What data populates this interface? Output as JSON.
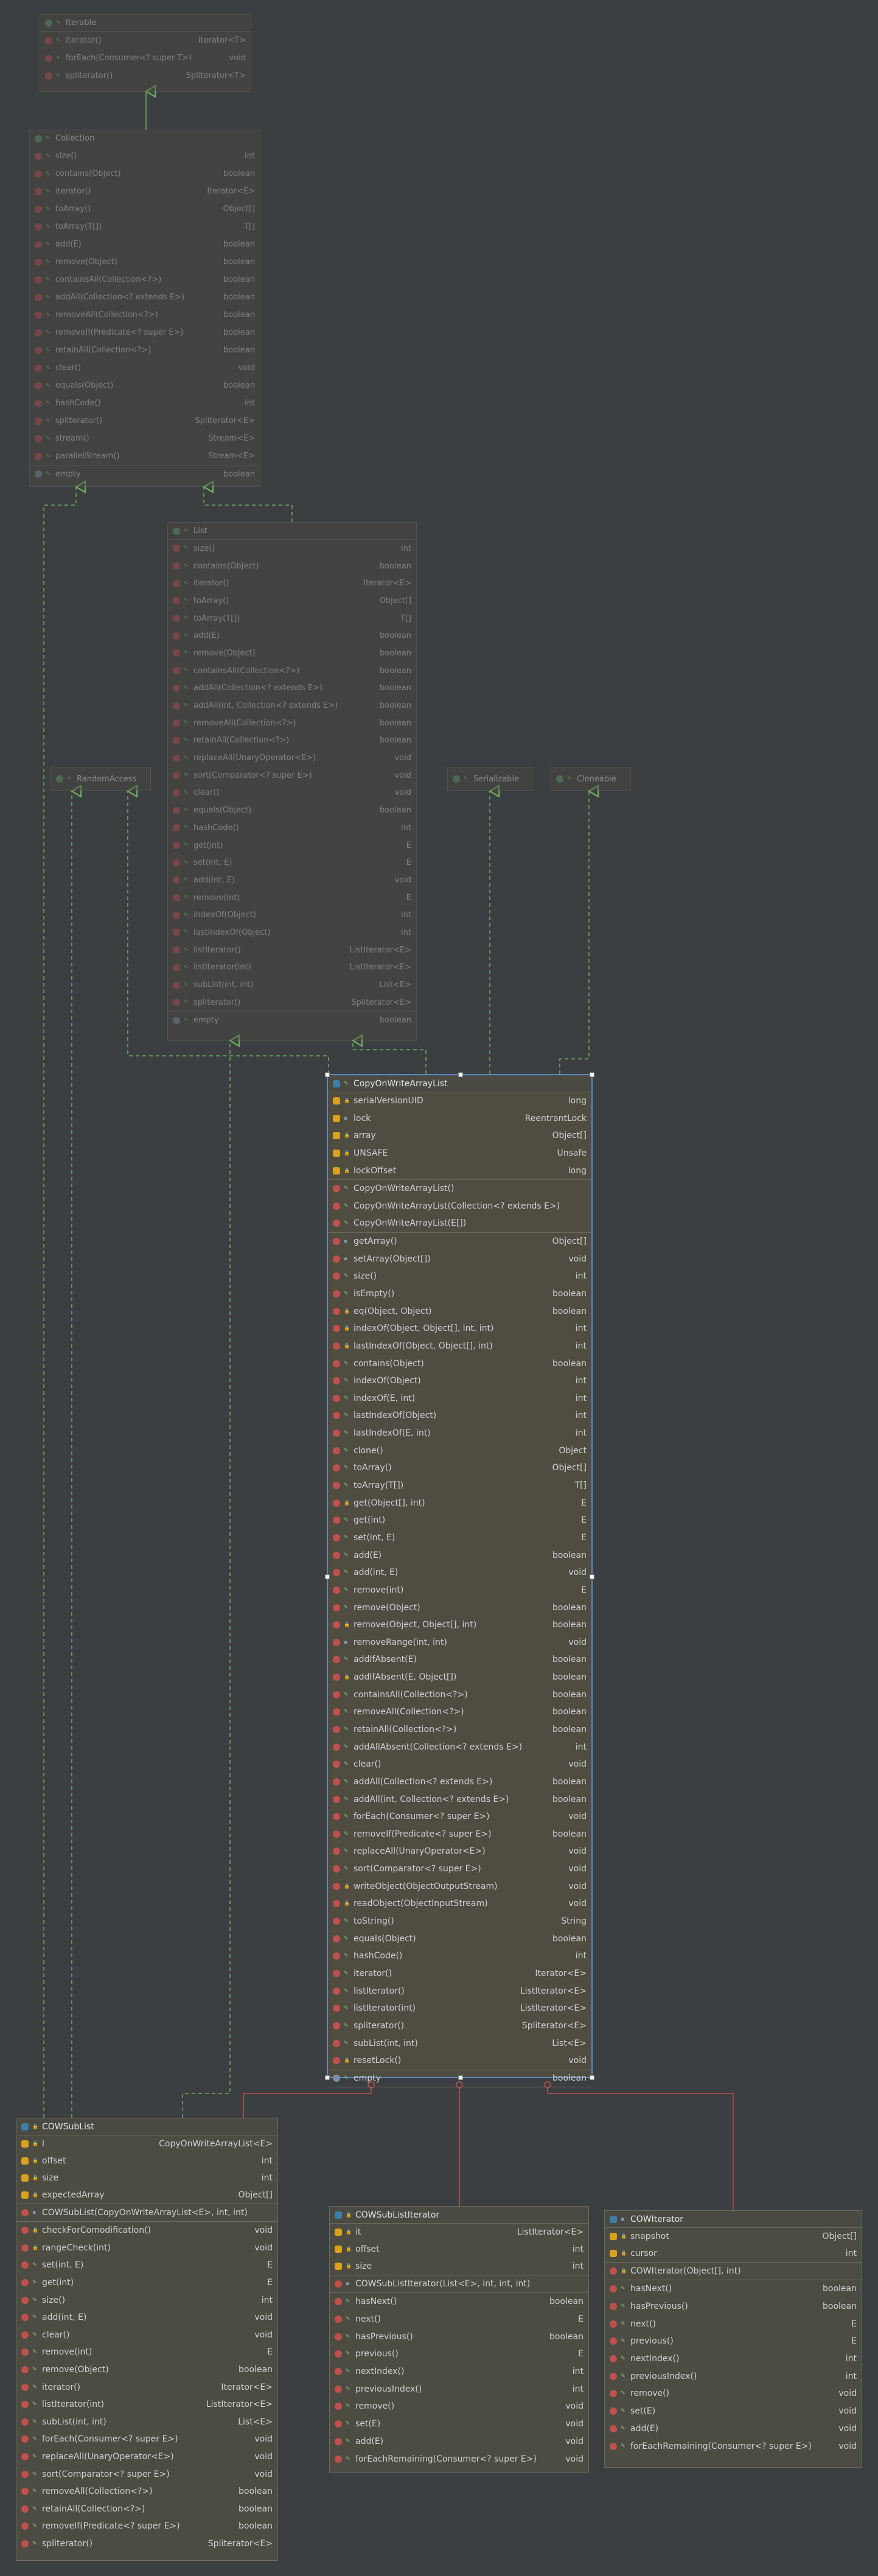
{
  "iterable": {
    "name": "Iterable",
    "members": [
      {
        "n": "iterator()",
        "t": "Iterator<T>"
      },
      {
        "n": "forEach(Consumer<? super T>)",
        "t": "void"
      },
      {
        "n": "spliterator()",
        "t": "Spliterator<T>"
      }
    ]
  },
  "collection": {
    "name": "Collection",
    "members": [
      {
        "n": "size()",
        "t": "int"
      },
      {
        "n": "contains(Object)",
        "t": "boolean"
      },
      {
        "n": "iterator()",
        "t": "Iterator<E>"
      },
      {
        "n": "toArray()",
        "t": "Object[]"
      },
      {
        "n": "toArray(T[])",
        "t": "T[]"
      },
      {
        "n": "add(E)",
        "t": "boolean"
      },
      {
        "n": "remove(Object)",
        "t": "boolean"
      },
      {
        "n": "containsAll(Collection<?>)",
        "t": "boolean"
      },
      {
        "n": "addAll(Collection<? extends E>)",
        "t": "boolean"
      },
      {
        "n": "removeAll(Collection<?>)",
        "t": "boolean"
      },
      {
        "n": "removeIf(Predicate<? super E>)",
        "t": "boolean"
      },
      {
        "n": "retainAll(Collection<?>)",
        "t": "boolean"
      },
      {
        "n": "clear()",
        "t": "void"
      },
      {
        "n": "equals(Object)",
        "t": "boolean"
      },
      {
        "n": "hashCode()",
        "t": "int"
      },
      {
        "n": "spliterator()",
        "t": "Spliterator<E>"
      },
      {
        "n": "stream()",
        "t": "Stream<E>"
      },
      {
        "n": "parallelStream()",
        "t": "Stream<E>"
      }
    ],
    "props": [
      {
        "n": "empty",
        "t": "boolean"
      }
    ]
  },
  "list": {
    "name": "List",
    "members": [
      {
        "n": "size()",
        "t": "int"
      },
      {
        "n": "contains(Object)",
        "t": "boolean"
      },
      {
        "n": "iterator()",
        "t": "Iterator<E>"
      },
      {
        "n": "toArray()",
        "t": "Object[]"
      },
      {
        "n": "toArray(T[])",
        "t": "T[]"
      },
      {
        "n": "add(E)",
        "t": "boolean"
      },
      {
        "n": "remove(Object)",
        "t": "boolean"
      },
      {
        "n": "containsAll(Collection<?>)",
        "t": "boolean"
      },
      {
        "n": "addAll(Collection<? extends E>)",
        "t": "boolean"
      },
      {
        "n": "addAll(int, Collection<? extends E>)",
        "t": "boolean"
      },
      {
        "n": "removeAll(Collection<?>)",
        "t": "boolean"
      },
      {
        "n": "retainAll(Collection<?>)",
        "t": "boolean"
      },
      {
        "n": "replaceAll(UnaryOperator<E>)",
        "t": "void"
      },
      {
        "n": "sort(Comparator<? super E>)",
        "t": "void"
      },
      {
        "n": "clear()",
        "t": "void"
      },
      {
        "n": "equals(Object)",
        "t": "boolean"
      },
      {
        "n": "hashCode()",
        "t": "int"
      },
      {
        "n": "get(int)",
        "t": "E"
      },
      {
        "n": "set(int, E)",
        "t": "E"
      },
      {
        "n": "add(int, E)",
        "t": "void"
      },
      {
        "n": "remove(int)",
        "t": "E"
      },
      {
        "n": "indexOf(Object)",
        "t": "int"
      },
      {
        "n": "lastIndexOf(Object)",
        "t": "int"
      },
      {
        "n": "listIterator()",
        "t": "ListIterator<E>"
      },
      {
        "n": "listIterator(int)",
        "t": "ListIterator<E>"
      },
      {
        "n": "subList(int, int)",
        "t": "List<E>"
      },
      {
        "n": "spliterator()",
        "t": "Spliterator<E>"
      }
    ],
    "props": [
      {
        "n": "empty",
        "t": "boolean"
      }
    ]
  },
  "randomAccess": {
    "name": "RandomAccess"
  },
  "serializable": {
    "name": "Serializable"
  },
  "cloneable": {
    "name": "Cloneable"
  },
  "cow": {
    "name": "CopyOnWriteArrayList",
    "fields": [
      {
        "n": "serialVersionUID",
        "t": "long",
        "v": "priv"
      },
      {
        "n": "lock",
        "t": "ReentrantLock",
        "v": "pkg"
      },
      {
        "n": "array",
        "t": "Object[]",
        "v": "priv"
      },
      {
        "n": "UNSAFE",
        "t": "Unsafe",
        "v": "priv"
      },
      {
        "n": "lockOffset",
        "t": "long",
        "v": "priv"
      }
    ],
    "ctors": [
      {
        "n": "CopyOnWriteArrayList()",
        "t": ""
      },
      {
        "n": "CopyOnWriteArrayList(Collection<? extends E>)",
        "t": ""
      },
      {
        "n": "CopyOnWriteArrayList(E[])",
        "t": ""
      }
    ],
    "methods": [
      {
        "n": "getArray()",
        "t": "Object[]",
        "v": "pkg"
      },
      {
        "n": "setArray(Object[])",
        "t": "void",
        "v": "pkg"
      },
      {
        "n": "size()",
        "t": "int",
        "v": "pub"
      },
      {
        "n": "isEmpty()",
        "t": "boolean",
        "v": "pub"
      },
      {
        "n": "eq(Object, Object)",
        "t": "boolean",
        "v": "priv"
      },
      {
        "n": "indexOf(Object, Object[], int, int)",
        "t": "int",
        "v": "priv"
      },
      {
        "n": "lastIndexOf(Object, Object[], int)",
        "t": "int",
        "v": "priv"
      },
      {
        "n": "contains(Object)",
        "t": "boolean",
        "v": "pub"
      },
      {
        "n": "indexOf(Object)",
        "t": "int",
        "v": "pub"
      },
      {
        "n": "indexOf(E, int)",
        "t": "int",
        "v": "pub"
      },
      {
        "n": "lastIndexOf(Object)",
        "t": "int",
        "v": "pub"
      },
      {
        "n": "lastIndexOf(E, int)",
        "t": "int",
        "v": "pub"
      },
      {
        "n": "clone()",
        "t": "Object",
        "v": "pub"
      },
      {
        "n": "toArray()",
        "t": "Object[]",
        "v": "pub"
      },
      {
        "n": "toArray(T[])",
        "t": "T[]",
        "v": "pub"
      },
      {
        "n": "get(Object[], int)",
        "t": "E",
        "v": "priv"
      },
      {
        "n": "get(int)",
        "t": "E",
        "v": "pub"
      },
      {
        "n": "set(int, E)",
        "t": "E",
        "v": "pub"
      },
      {
        "n": "add(E)",
        "t": "boolean",
        "v": "pub"
      },
      {
        "n": "add(int, E)",
        "t": "void",
        "v": "pub"
      },
      {
        "n": "remove(int)",
        "t": "E",
        "v": "pub"
      },
      {
        "n": "remove(Object)",
        "t": "boolean",
        "v": "pub"
      },
      {
        "n": "remove(Object, Object[], int)",
        "t": "boolean",
        "v": "priv"
      },
      {
        "n": "removeRange(int, int)",
        "t": "void",
        "v": "pkg"
      },
      {
        "n": "addIfAbsent(E)",
        "t": "boolean",
        "v": "pub"
      },
      {
        "n": "addIfAbsent(E, Object[])",
        "t": "boolean",
        "v": "priv"
      },
      {
        "n": "containsAll(Collection<?>)",
        "t": "boolean",
        "v": "pub"
      },
      {
        "n": "removeAll(Collection<?>)",
        "t": "boolean",
        "v": "pub"
      },
      {
        "n": "retainAll(Collection<?>)",
        "t": "boolean",
        "v": "pub"
      },
      {
        "n": "addAllAbsent(Collection<? extends E>)",
        "t": "int",
        "v": "pub"
      },
      {
        "n": "clear()",
        "t": "void",
        "v": "pub"
      },
      {
        "n": "addAll(Collection<? extends E>)",
        "t": "boolean",
        "v": "pub"
      },
      {
        "n": "addAll(int, Collection<? extends E>)",
        "t": "boolean",
        "v": "pub"
      },
      {
        "n": "forEach(Consumer<? super E>)",
        "t": "void",
        "v": "pub"
      },
      {
        "n": "removeIf(Predicate<? super E>)",
        "t": "boolean",
        "v": "pub"
      },
      {
        "n": "replaceAll(UnaryOperator<E>)",
        "t": "void",
        "v": "pub"
      },
      {
        "n": "sort(Comparator<? super E>)",
        "t": "void",
        "v": "pub"
      },
      {
        "n": "writeObject(ObjectOutputStream)",
        "t": "void",
        "v": "priv"
      },
      {
        "n": "readObject(ObjectInputStream)",
        "t": "void",
        "v": "priv"
      },
      {
        "n": "toString()",
        "t": "String",
        "v": "pub"
      },
      {
        "n": "equals(Object)",
        "t": "boolean",
        "v": "pub"
      },
      {
        "n": "hashCode()",
        "t": "int",
        "v": "pub"
      },
      {
        "n": "iterator()",
        "t": "Iterator<E>",
        "v": "pub"
      },
      {
        "n": "listIterator()",
        "t": "ListIterator<E>",
        "v": "pub"
      },
      {
        "n": "listIterator(int)",
        "t": "ListIterator<E>",
        "v": "pub"
      },
      {
        "n": "spliterator()",
        "t": "Spliterator<E>",
        "v": "pub"
      },
      {
        "n": "subList(int, int)",
        "t": "List<E>",
        "v": "pub"
      },
      {
        "n": "resetLock()",
        "t": "void",
        "v": "priv"
      }
    ],
    "props": [
      {
        "n": "empty",
        "t": "boolean"
      }
    ]
  },
  "cowSubList": {
    "name": "COWSubList",
    "fields": [
      {
        "n": "l",
        "t": "CopyOnWriteArrayList<E>",
        "v": "priv"
      },
      {
        "n": "offset",
        "t": "int",
        "v": "priv"
      },
      {
        "n": "size",
        "t": "int",
        "v": "priv"
      },
      {
        "n": "expectedArray",
        "t": "Object[]",
        "v": "priv"
      }
    ],
    "ctors": [
      {
        "n": "COWSubList(CopyOnWriteArrayList<E>, int, int)",
        "t": ""
      }
    ],
    "methods": [
      {
        "n": "checkForComodification()",
        "t": "void",
        "v": "priv"
      },
      {
        "n": "rangeCheck(int)",
        "t": "void",
        "v": "priv"
      },
      {
        "n": "set(int, E)",
        "t": "E",
        "v": "pub"
      },
      {
        "n": "get(int)",
        "t": "E",
        "v": "pub"
      },
      {
        "n": "size()",
        "t": "int",
        "v": "pub"
      },
      {
        "n": "add(int, E)",
        "t": "void",
        "v": "pub"
      },
      {
        "n": "clear()",
        "t": "void",
        "v": "pub"
      },
      {
        "n": "remove(int)",
        "t": "E",
        "v": "pub"
      },
      {
        "n": "remove(Object)",
        "t": "boolean",
        "v": "pub"
      },
      {
        "n": "iterator()",
        "t": "Iterator<E>",
        "v": "pub"
      },
      {
        "n": "listIterator(int)",
        "t": "ListIterator<E>",
        "v": "pub"
      },
      {
        "n": "subList(int, int)",
        "t": "List<E>",
        "v": "pub"
      },
      {
        "n": "forEach(Consumer<? super E>)",
        "t": "void",
        "v": "pub"
      },
      {
        "n": "replaceAll(UnaryOperator<E>)",
        "t": "void",
        "v": "pub"
      },
      {
        "n": "sort(Comparator<? super E>)",
        "t": "void",
        "v": "pub"
      },
      {
        "n": "removeAll(Collection<?>)",
        "t": "boolean",
        "v": "pub"
      },
      {
        "n": "retainAll(Collection<?>)",
        "t": "boolean",
        "v": "pub"
      },
      {
        "n": "removeIf(Predicate<? super E>)",
        "t": "boolean",
        "v": "pub"
      },
      {
        "n": "spliterator()",
        "t": "Spliterator<E>",
        "v": "pub"
      }
    ]
  },
  "cowSubListIterator": {
    "name": "COWSubListIterator",
    "fields": [
      {
        "n": "it",
        "t": "ListIterator<E>",
        "v": "priv"
      },
      {
        "n": "offset",
        "t": "int",
        "v": "priv"
      },
      {
        "n": "size",
        "t": "int",
        "v": "priv"
      }
    ],
    "ctors": [
      {
        "n": "COWSubListIterator(List<E>, int, int, int)",
        "t": ""
      }
    ],
    "methods": [
      {
        "n": "hasNext()",
        "t": "boolean",
        "v": "pub"
      },
      {
        "n": "next()",
        "t": "E",
        "v": "pub"
      },
      {
        "n": "hasPrevious()",
        "t": "boolean",
        "v": "pub"
      },
      {
        "n": "previous()",
        "t": "E",
        "v": "pub"
      },
      {
        "n": "nextIndex()",
        "t": "int",
        "v": "pub"
      },
      {
        "n": "previousIndex()",
        "t": "int",
        "v": "pub"
      },
      {
        "n": "remove()",
        "t": "void",
        "v": "pub"
      },
      {
        "n": "set(E)",
        "t": "void",
        "v": "pub"
      },
      {
        "n": "add(E)",
        "t": "void",
        "v": "pub"
      },
      {
        "n": "forEachRemaining(Consumer<? super E>)",
        "t": "void",
        "v": "pub"
      }
    ]
  },
  "cowIterator": {
    "name": "COWIterator",
    "fields": [
      {
        "n": "snapshot",
        "t": "Object[]",
        "v": "priv"
      },
      {
        "n": "cursor",
        "t": "int",
        "v": "priv"
      }
    ],
    "ctors": [
      {
        "n": "COWIterator(Object[], int)",
        "t": ""
      }
    ],
    "methods": [
      {
        "n": "hasNext()",
        "t": "boolean",
        "v": "pub"
      },
      {
        "n": "hasPrevious()",
        "t": "boolean",
        "v": "pub"
      },
      {
        "n": "next()",
        "t": "E",
        "v": "pub"
      },
      {
        "n": "previous()",
        "t": "E",
        "v": "pub"
      },
      {
        "n": "nextIndex()",
        "t": "int",
        "v": "pub"
      },
      {
        "n": "previousIndex()",
        "t": "int",
        "v": "pub"
      },
      {
        "n": "remove()",
        "t": "void",
        "v": "pub"
      },
      {
        "n": "set(E)",
        "t": "void",
        "v": "pub"
      },
      {
        "n": "add(E)",
        "t": "void",
        "v": "pub"
      },
      {
        "n": "forEachRemaining(Consumer<? super E>)",
        "t": "void",
        "v": "pub"
      }
    ]
  }
}
